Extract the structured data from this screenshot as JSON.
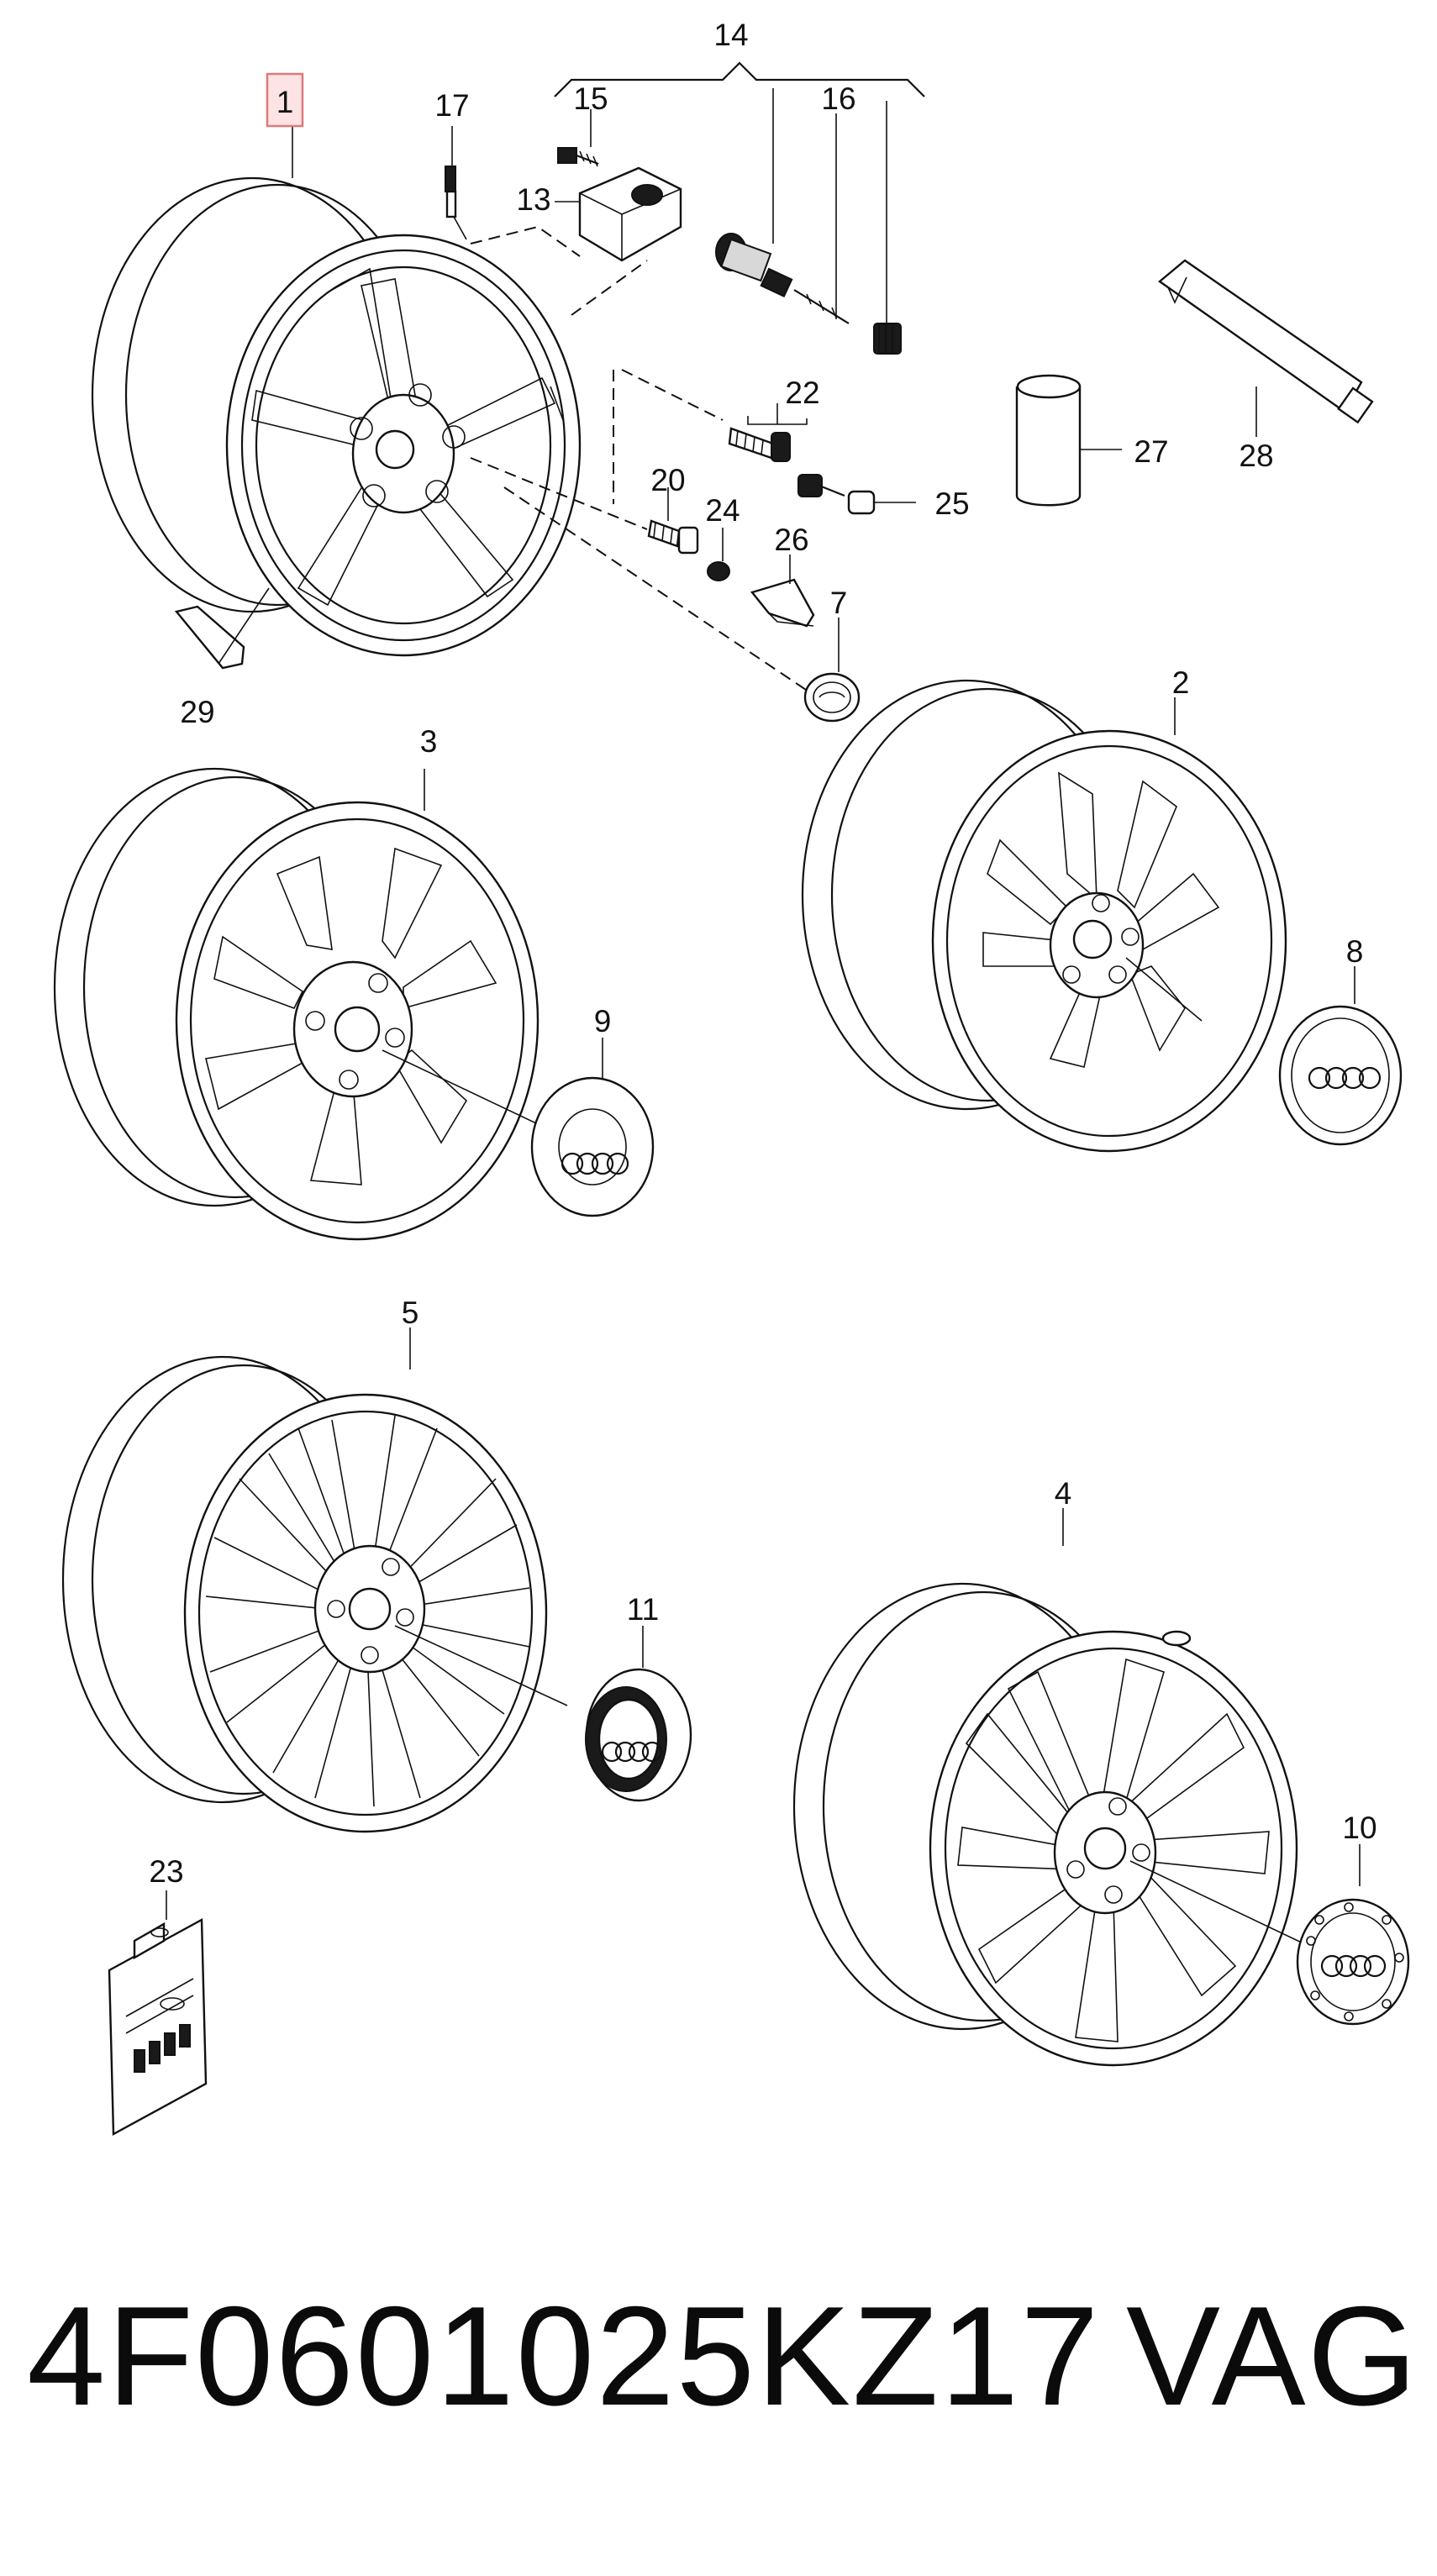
{
  "callouts": {
    "c1": "1",
    "c2": "2",
    "c3": "3",
    "c4": "4",
    "c5": "5",
    "c7": "7",
    "c8": "8",
    "c9": "9",
    "c10": "10",
    "c11": "11",
    "c13": "13",
    "c14": "14",
    "c15": "15",
    "c16": "16",
    "c17": "17",
    "c20": "20",
    "c22": "22",
    "c23": "23",
    "c24": "24",
    "c25": "25",
    "c26": "26",
    "c27": "27",
    "c28": "28",
    "c29": "29"
  },
  "footer": {
    "part_number": "4F0601025KZ17",
    "brand": "VAG"
  },
  "colors": {
    "line": "#111111",
    "highlight_fill": "#fde3e3",
    "highlight_border": "#e0787a"
  }
}
